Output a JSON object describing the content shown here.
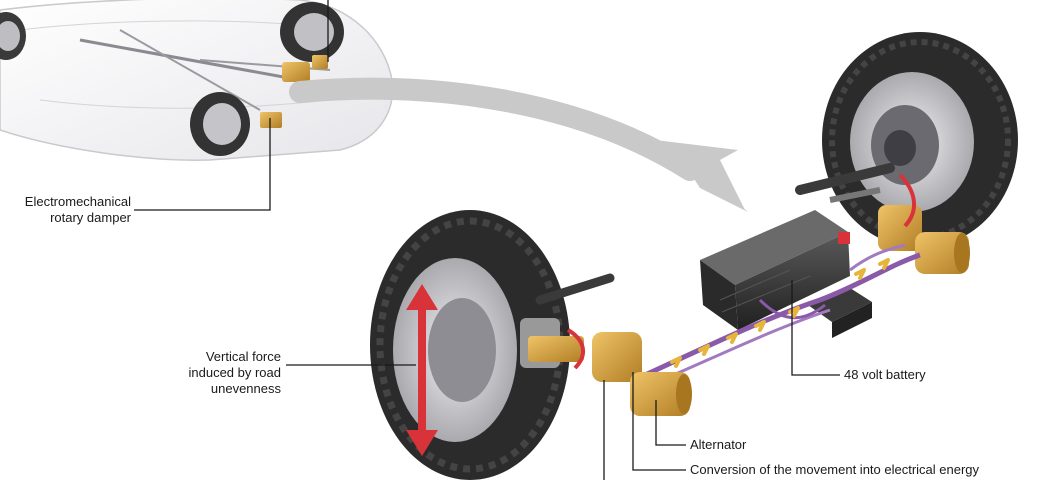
{
  "labels": {
    "damper": [
      "Electromechanical",
      "rotary damper"
    ],
    "vertical_force": [
      "Vertical force",
      "induced by road",
      "unevenness"
    ],
    "battery": "48 volt battery",
    "alternator": "Alternator",
    "conversion": "Conversion of the movement into electrical energy"
  },
  "colors": {
    "tire": "#2b2b2b",
    "rim": "#c8c8cc",
    "damper_gold": "#d9a441",
    "wire_purple": "#8a5aa8",
    "force_arrow": "#d9333a",
    "flow_arrow": "#c9c9c9",
    "battery_body": "#3a3a3a",
    "callout_line": "#1a1a1a"
  }
}
